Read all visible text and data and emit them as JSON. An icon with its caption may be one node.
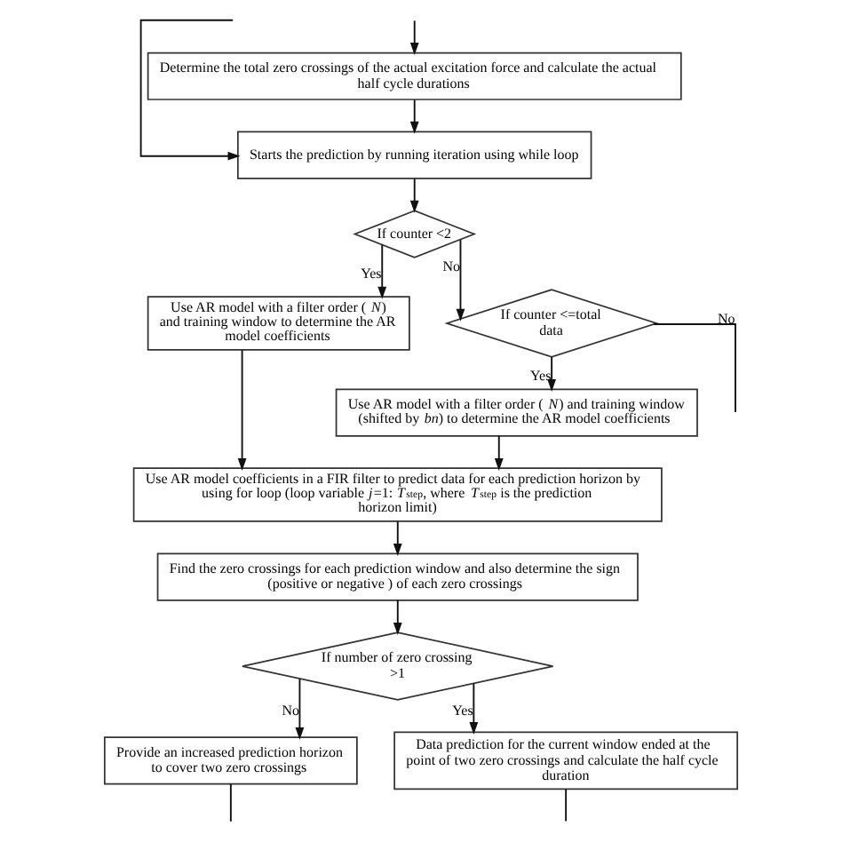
{
  "diagram": {
    "nodes": [
      {
        "text": [
          "Determine the total zero crossings of the actual excitation force and calculate the actual half cycle durations"
        ]
      },
      {
        "text": [
          "Starts the prediction by running iteration using while loop"
        ]
      },
      {
        "text": [
          "If counter <2"
        ]
      },
      {
        "text": [
          "Use AR model with a filter order (*N*) and training window to determine the AR model coefficients"
        ]
      },
      {
        "text": [
          "If counter <=total data"
        ]
      },
      {
        "text": [
          "Use AR model with a filter order (*N*) and training window (shifted by *bn*) to determine the AR model coefficients"
        ]
      },
      {
        "text": [
          "Use AR model coefficients in a FIR filter to predict data for each prediction horizon by using for loop (loop variable *j*=1: *T*$_{step}$, where *T*$_{step}$ is the prediction horizon limit)"
        ]
      },
      {
        "text": [
          "Find the zero crossings for each prediction window and also determine the sign (positive or negative ) of each zero crossings"
        ]
      },
      {
        "text": [
          "If number of zero crossing >1"
        ]
      },
      {
        "text": [
          "Provide an increased prediction horizon to cover two zero crossings"
        ]
      },
      {
        "text": [
          "Data prediction for the current window ended at the point of two zero crossings and calculate the half cycle duration"
        ]
      }
    ],
    "edges": [
      {
        "from": null,
        "to": 0,
        "arrow": "to"
      },
      {
        "from": 0,
        "to": 1,
        "arrow": "to"
      },
      {
        "from": 1,
        "to": 2,
        "arrow": "to"
      },
      {
        "from": 2,
        "to": 3,
        "arrow": "to",
        "label": "Yes"
      },
      {
        "from": 2,
        "to": 4,
        "arrow": "to",
        "label": "No"
      },
      {
        "from": 4,
        "to": 5,
        "arrow": "to",
        "label": "Yes"
      },
      {
        "from": 4,
        "to": null,
        "arrow": "none",
        "label": "No"
      },
      {
        "from": 3,
        "to": 6,
        "arrow": "to"
      },
      {
        "from": 5,
        "to": 6,
        "arrow": "to"
      },
      {
        "from": 6,
        "to": 7,
        "arrow": "to"
      },
      {
        "from": 7,
        "to": 8,
        "arrow": "to"
      },
      {
        "from": 8,
        "to": 9,
        "arrow": "to",
        "label": "No"
      },
      {
        "from": 8,
        "to": 10,
        "arrow": "to",
        "label": "Yes"
      },
      {
        "from": 9,
        "to": null,
        "arrow": "none"
      },
      {
        "from": 10,
        "to": null,
        "arrow": "none"
      },
      {
        "from": null,
        "to": 1,
        "arrow": "to"
      }
    ]
  }
}
